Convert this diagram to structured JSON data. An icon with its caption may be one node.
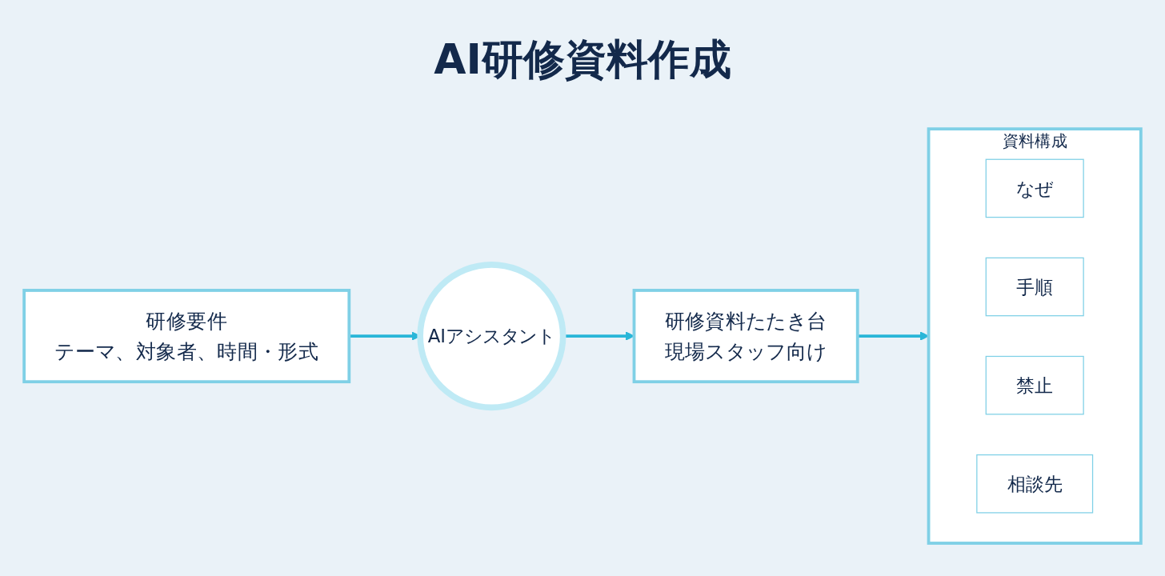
{
  "diagram": {
    "title": "AI研修資料作成",
    "nodes": [
      {
        "text": [
          "研修要件",
          "テーマ、対象者、時間・形式"
        ]
      },
      {
        "text": [
          "AIアシスタント"
        ]
      },
      {
        "text": [
          "研修資料たたき台",
          "現場スタッフ向け"
        ]
      },
      {
        "text": [
          "資料構成"
        ]
      },
      {
        "text": [
          "なぜ"
        ],
        "in": 3
      },
      {
        "text": [
          "手順"
        ],
        "in": 3
      },
      {
        "text": [
          "禁止"
        ],
        "in": 3
      },
      {
        "text": [
          "相談先"
        ],
        "in": 3
      }
    ],
    "edges": [
      {
        "from": 0,
        "to": 1,
        "arrow": "to"
      },
      {
        "from": 1,
        "to": 2,
        "arrow": "to"
      },
      {
        "from": 2,
        "to": 3,
        "arrow": "to"
      }
    ]
  }
}
